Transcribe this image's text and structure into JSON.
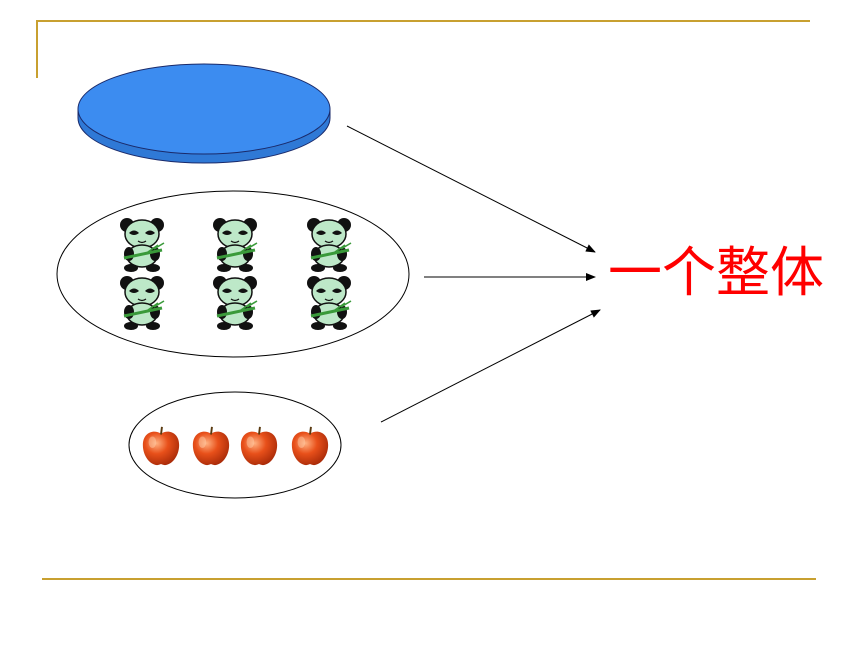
{
  "slide": {
    "accent_color": "#C8A030",
    "label_text": "一个整体",
    "label_color": "#FF0000"
  },
  "groups": [
    {
      "kind": "disc",
      "icon": "blue-disc-icon",
      "color": "#3C8CF0"
    },
    {
      "kind": "set",
      "icon": "panda-icon",
      "count": 6
    },
    {
      "kind": "set",
      "icon": "apple-icon",
      "count": 4
    }
  ]
}
